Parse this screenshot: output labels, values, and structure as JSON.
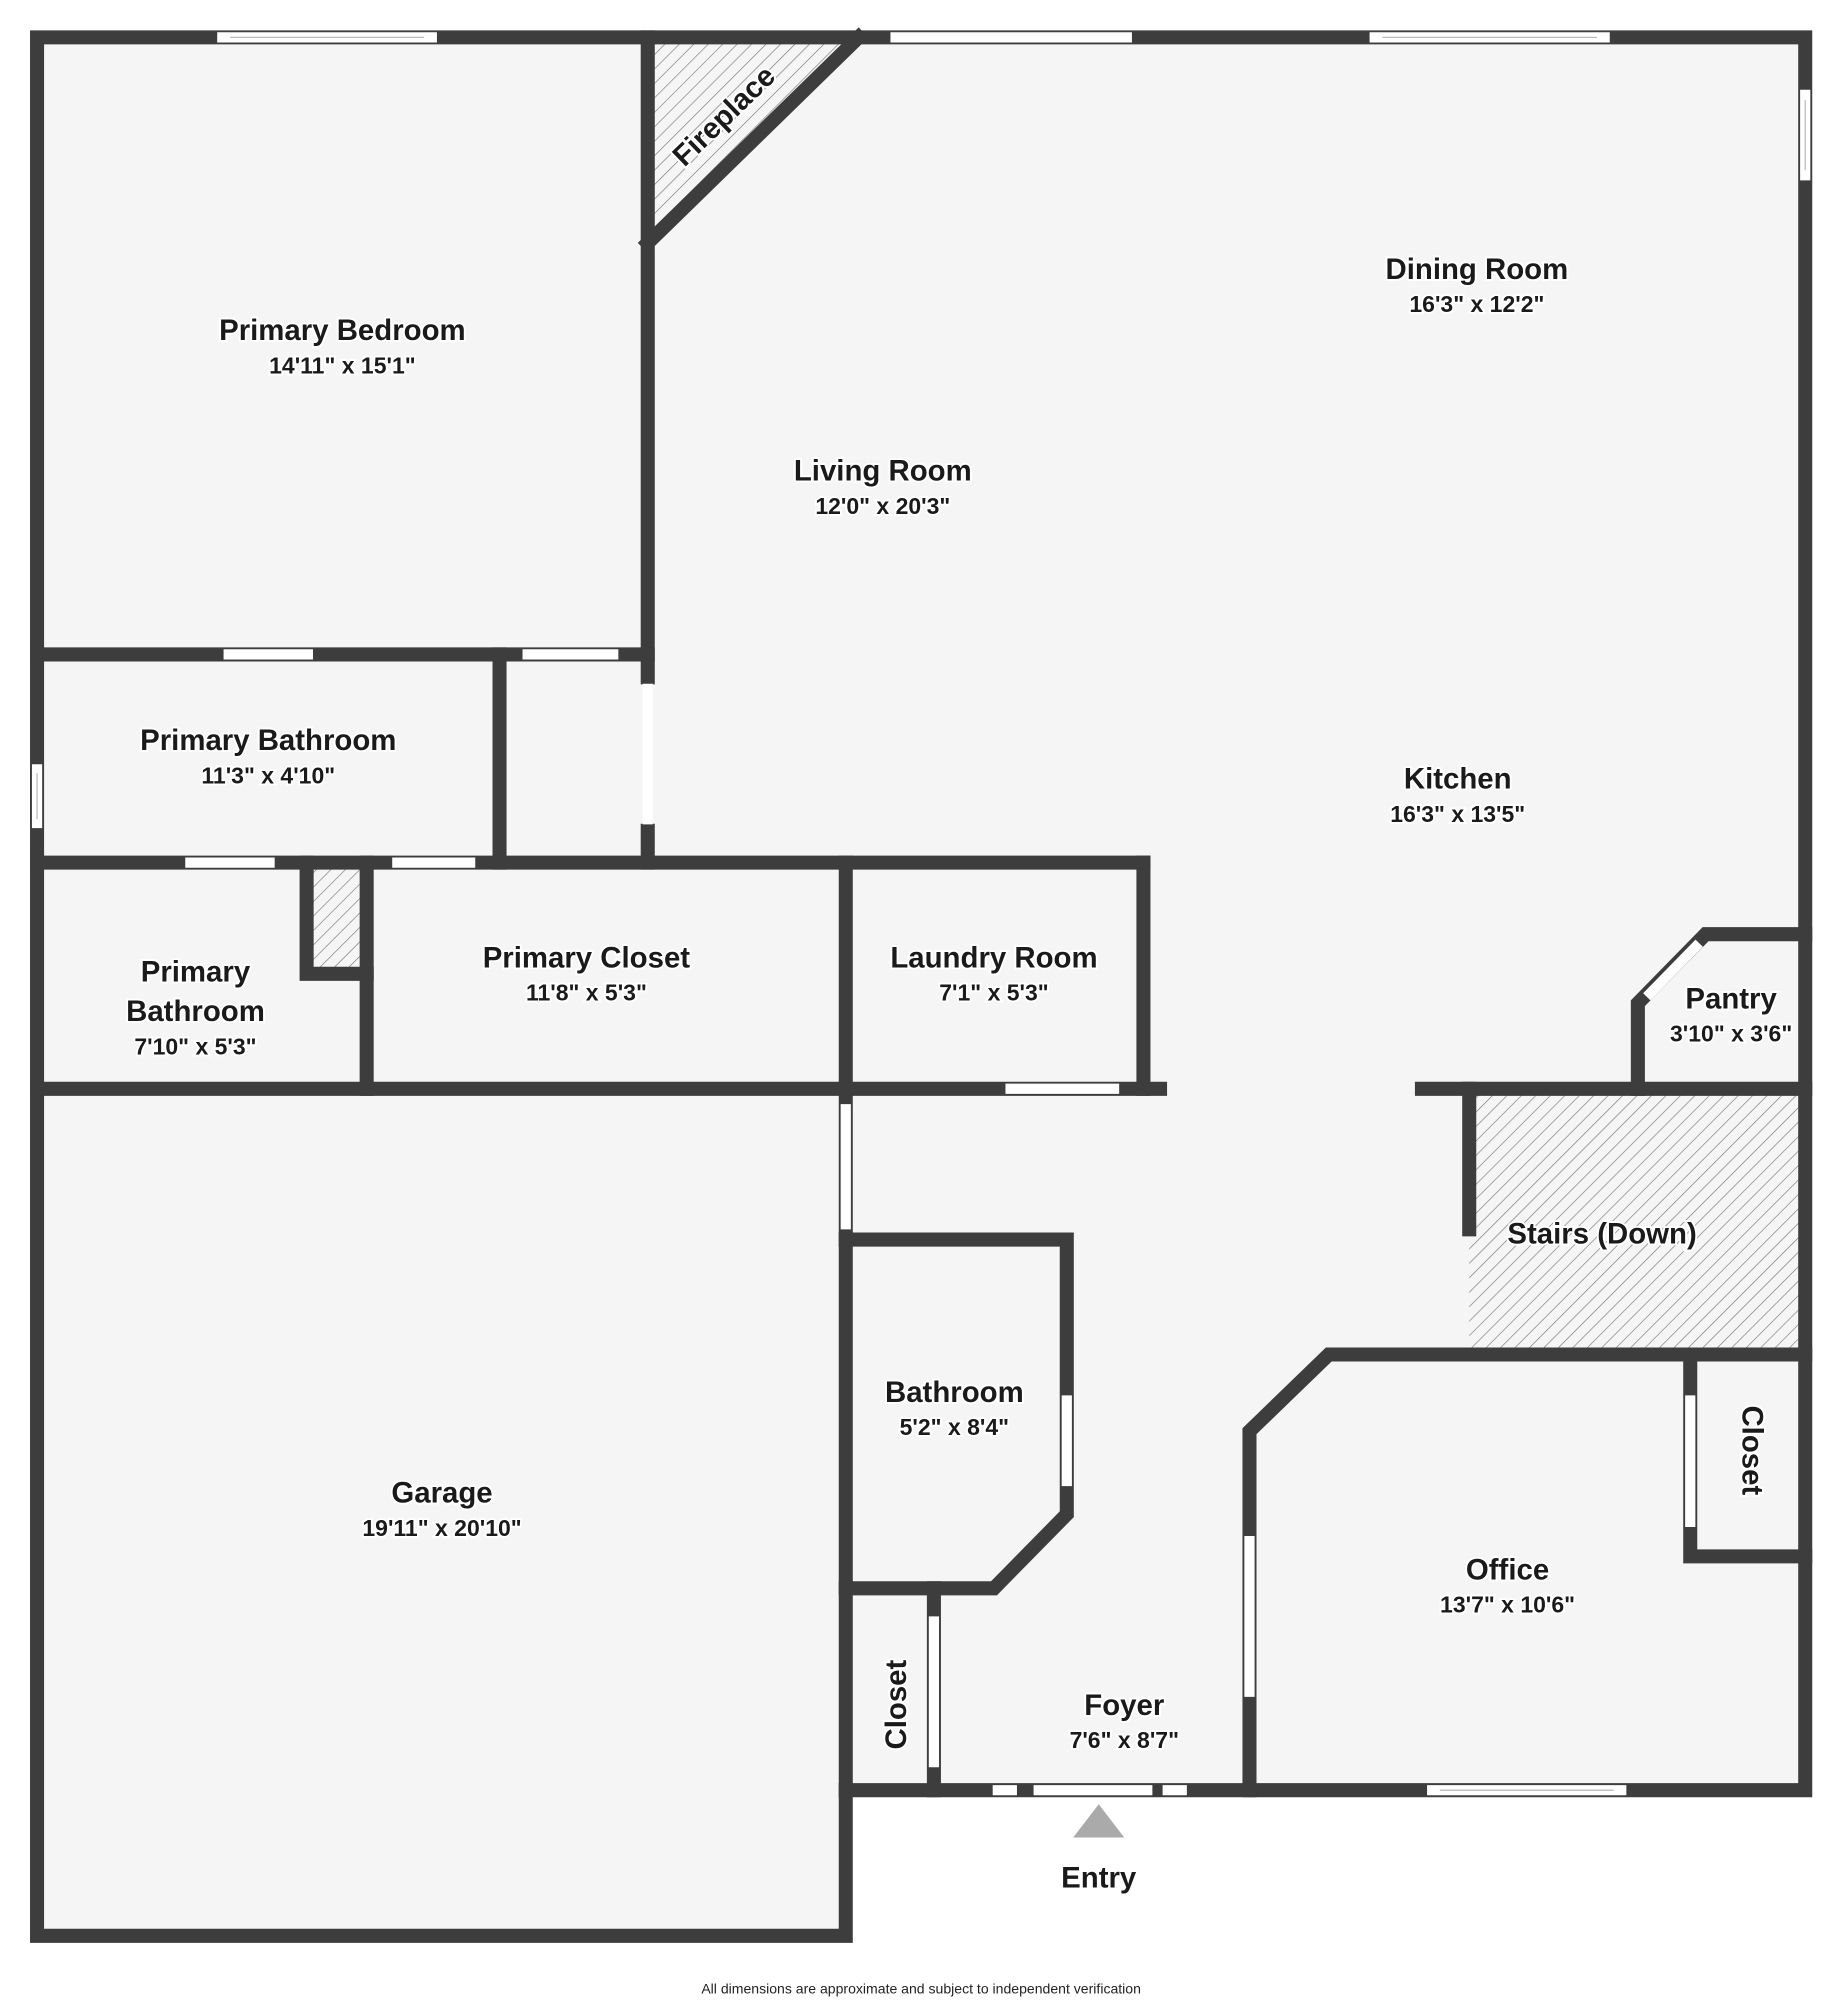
{
  "colors": {
    "wall": "#3d3d3d",
    "floor": "#f5f5f5",
    "hatch": "#555555",
    "entry_arrow": "#aaaaaa"
  },
  "rooms": {
    "primary_bedroom": {
      "name": "Primary Bedroom",
      "dims": "14'11\" x 15'1\""
    },
    "living_room": {
      "name": "Living Room",
      "dims": "12'0\" x 20'3\""
    },
    "dining_room": {
      "name": "Dining Room",
      "dims": "16'3\" x 12'2\""
    },
    "kitchen": {
      "name": "Kitchen",
      "dims": "16'3\" x 13'5\""
    },
    "primary_bathroom_1": {
      "name": "Primary Bathroom",
      "dims": "11'3\" x 4'10\""
    },
    "primary_bathroom_2": {
      "name_line1": "Primary",
      "name_line2": "Bathroom",
      "dims": "7'10\" x 5'3\""
    },
    "primary_closet": {
      "name": "Primary Closet",
      "dims": "11'8\" x 5'3\""
    },
    "laundry_room": {
      "name": "Laundry Room",
      "dims": "7'1\" x 5'3\""
    },
    "pantry": {
      "name": "Pantry",
      "dims": "3'10\" x 3'6\""
    },
    "stairs": {
      "name": "Stairs (Down)"
    },
    "garage": {
      "name": "Garage",
      "dims": "19'11\" x 20'10\""
    },
    "bathroom": {
      "name": "Bathroom",
      "dims": "5'2\" x 8'4\""
    },
    "office": {
      "name": "Office",
      "dims": "13'7\" x 10'6\""
    },
    "office_closet": {
      "name": "Closet"
    },
    "foyer_closet": {
      "name": "Closet"
    },
    "foyer": {
      "name": "Foyer",
      "dims": "7'6\" x 8'7\""
    },
    "fireplace": {
      "name": "Fireplace"
    }
  },
  "entry": {
    "label": "Entry"
  },
  "footer": {
    "disclaimer": "All dimensions are approximate and subject to independent verification"
  }
}
